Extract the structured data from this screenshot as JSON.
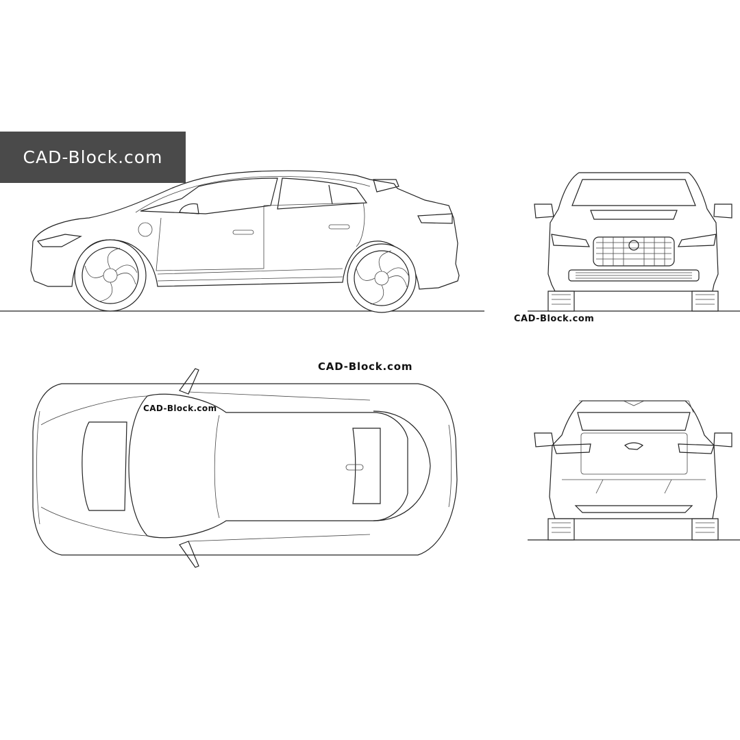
{
  "watermarks": {
    "banner": "CAD-Block.com",
    "front_view": "CAD-Block.com",
    "top_view_upper": "CAD-Block.com",
    "top_view_inner": "CAD-Block.com"
  },
  "colors": {
    "banner_background": "#4a4a4a",
    "banner_text": "#ffffff",
    "line": "#222222"
  },
  "views": [
    "side-view",
    "front-view",
    "top-view",
    "rear-view"
  ]
}
